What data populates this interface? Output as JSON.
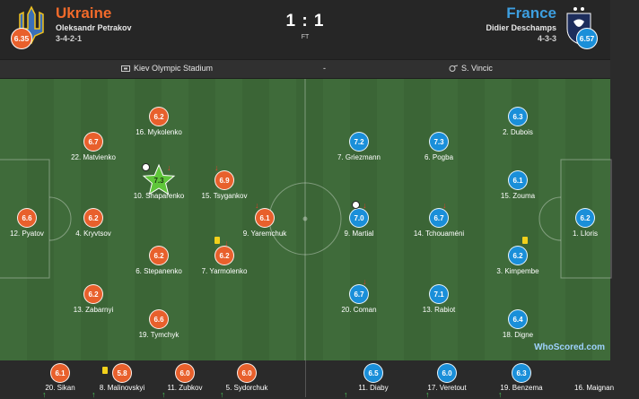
{
  "header": {
    "home_team": "Ukraine",
    "home_manager": "Oleksandr Petrakov",
    "home_formation": "3-4-2-1",
    "home_rating": "6.35",
    "away_team": "France",
    "away_manager": "Didier Deschamps",
    "away_formation": "4-3-3",
    "away_rating": "6.57",
    "score": "1 : 1",
    "status": "FT"
  },
  "info": {
    "venue": "Kiev Olympic Stadium",
    "separator": "-",
    "referee": "S. Vincic"
  },
  "colors": {
    "home": "#e8602c",
    "away": "#1a8fd9",
    "motm": "#5fc63a",
    "card": "#f2d01b"
  },
  "icons": {
    "venue": "stadium-icon",
    "referee": "whistle-icon",
    "goal": "ball-icon",
    "subbed_off": "arrow-down-icon",
    "subbed_on": "arrow-up-icon"
  },
  "home_players": [
    {
      "rating": "6.6",
      "name": "12. Pyatov"
    },
    {
      "rating": "6.7",
      "name": "22. Matvienko"
    },
    {
      "rating": "6.2",
      "name": "4. Kryvtsov"
    },
    {
      "rating": "6.2",
      "name": "13. Zabarnyi"
    },
    {
      "rating": "6.2",
      "name": "16. Mykolenko"
    },
    {
      "rating": "7.3",
      "name": "10. Shaparenko"
    },
    {
      "rating": "6.2",
      "name": "6. Stepanenko"
    },
    {
      "rating": "6.6",
      "name": "19. Tymchyk"
    },
    {
      "rating": "6.9",
      "name": "15. Tsygankov"
    },
    {
      "rating": "6.2",
      "name": "7. Yarmolenko"
    },
    {
      "rating": "6.1",
      "name": "9. Yaremchuk"
    }
  ],
  "away_players": [
    {
      "rating": "7.2",
      "name": "7. Griezmann"
    },
    {
      "rating": "7.0",
      "name": "9. Martial"
    },
    {
      "rating": "6.7",
      "name": "20. Coman"
    },
    {
      "rating": "7.3",
      "name": "6. Pogba"
    },
    {
      "rating": "6.7",
      "name": "14. Tchouaméni"
    },
    {
      "rating": "7.1",
      "name": "13. Rabiot"
    },
    {
      "rating": "6.3",
      "name": "2. Dubois"
    },
    {
      "rating": "6.1",
      "name": "15. Zouma"
    },
    {
      "rating": "6.2",
      "name": "3. Kimpembe"
    },
    {
      "rating": "6.4",
      "name": "18. Digne"
    },
    {
      "rating": "6.2",
      "name": "1. Lloris"
    }
  ],
  "home_subs": [
    {
      "rating": "6.1",
      "name": "20. Sikan"
    },
    {
      "rating": "5.8",
      "name": "8. Malinovskyi"
    },
    {
      "rating": "6.0",
      "name": "11. Zubkov"
    },
    {
      "rating": "6.0",
      "name": "5. Sydorchuk"
    }
  ],
  "away_subs": [
    {
      "rating": "6.5",
      "name": "11. Diaby"
    },
    {
      "rating": "6.0",
      "name": "17. Veretout"
    },
    {
      "rating": "6.3",
      "name": "19. Benzema"
    },
    {
      "rating": "",
      "name": "16. Maignan"
    }
  ],
  "watermark": {
    "main": "WhoScored",
    "suffix": ".com"
  }
}
